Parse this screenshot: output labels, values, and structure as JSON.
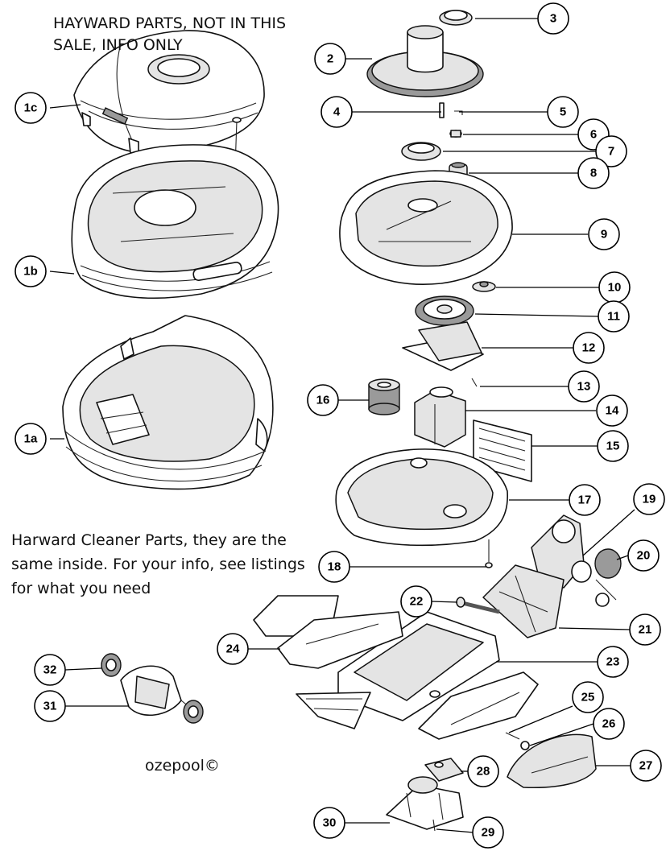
{
  "notes": {
    "top": "HAYWARD PARTS, NOT IN THIS SALE, INFO ONLY",
    "middle": "Harward Cleaner Parts, they are the same inside. For your info, see listings for what you need",
    "copyright": "ozepool©"
  },
  "callouts": [
    "1a",
    "1b",
    "1c",
    "2",
    "3",
    "4",
    "5",
    "6",
    "7",
    "8",
    "9",
    "10",
    "11",
    "12",
    "13",
    "14",
    "15",
    "16",
    "17",
    "18",
    "19",
    "20",
    "21",
    "22",
    "23",
    "24",
    "25",
    "26",
    "27",
    "28",
    "29",
    "30",
    "31",
    "32"
  ]
}
